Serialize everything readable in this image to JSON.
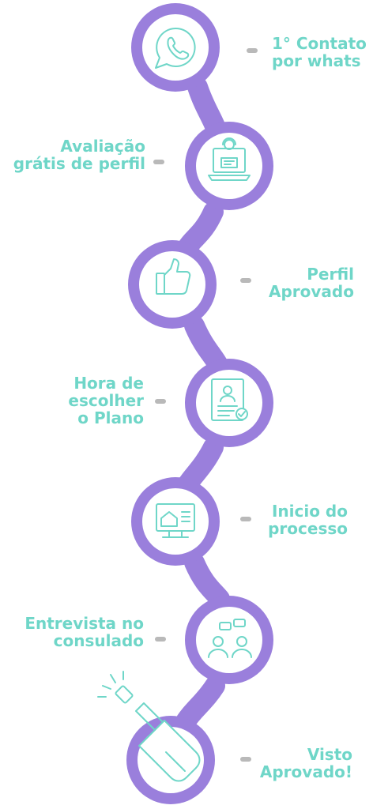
{
  "colors": {
    "accent_purple": "#9a7fdc",
    "accent_teal": "#6fd6c8",
    "connector_gray": "#b9b9b9",
    "background": "#ffffff"
  },
  "steps": [
    {
      "label": "1° Contato por whats",
      "line1": "1° Contato",
      "line2": "por whats",
      "icon": "whatsapp-icon"
    },
    {
      "label": "Avaliação grátis de perfil",
      "line1": "Avaliação",
      "line2": "grátis de perfil",
      "icon": "laptop-support-icon"
    },
    {
      "label": "Perfil Aprovado",
      "line1": "Perfil",
      "line2": "Aprovado",
      "icon": "thumbs-up-icon"
    },
    {
      "label": "Hora de escolher o Plano",
      "line1": "Hora de",
      "line2": "escolher",
      "line3": "o Plano",
      "icon": "document-check-icon"
    },
    {
      "label": "Inicio do processo",
      "line1": "Inicio do",
      "line2": "processo",
      "icon": "monitor-icon"
    },
    {
      "label": "Entrevista no consulado",
      "line1": "Entrevista no",
      "line2": "consulado",
      "icon": "interview-icon"
    },
    {
      "label": "Visto Aprovado!",
      "line1": "Visto",
      "line2": "Aprovado!",
      "icon": "champagne-icon"
    }
  ]
}
